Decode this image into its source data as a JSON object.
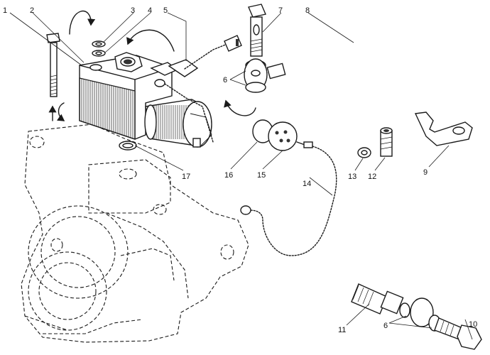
{
  "diagram": {
    "labels": [
      "1",
      "2",
      "3",
      "4",
      "5",
      "6",
      "7",
      "8",
      "9",
      "10",
      "11",
      "12",
      "13",
      "14",
      "15",
      "16",
      "17"
    ]
  },
  "colors": {
    "ink": "#1a1a1a",
    "paper": "#ffffff"
  }
}
